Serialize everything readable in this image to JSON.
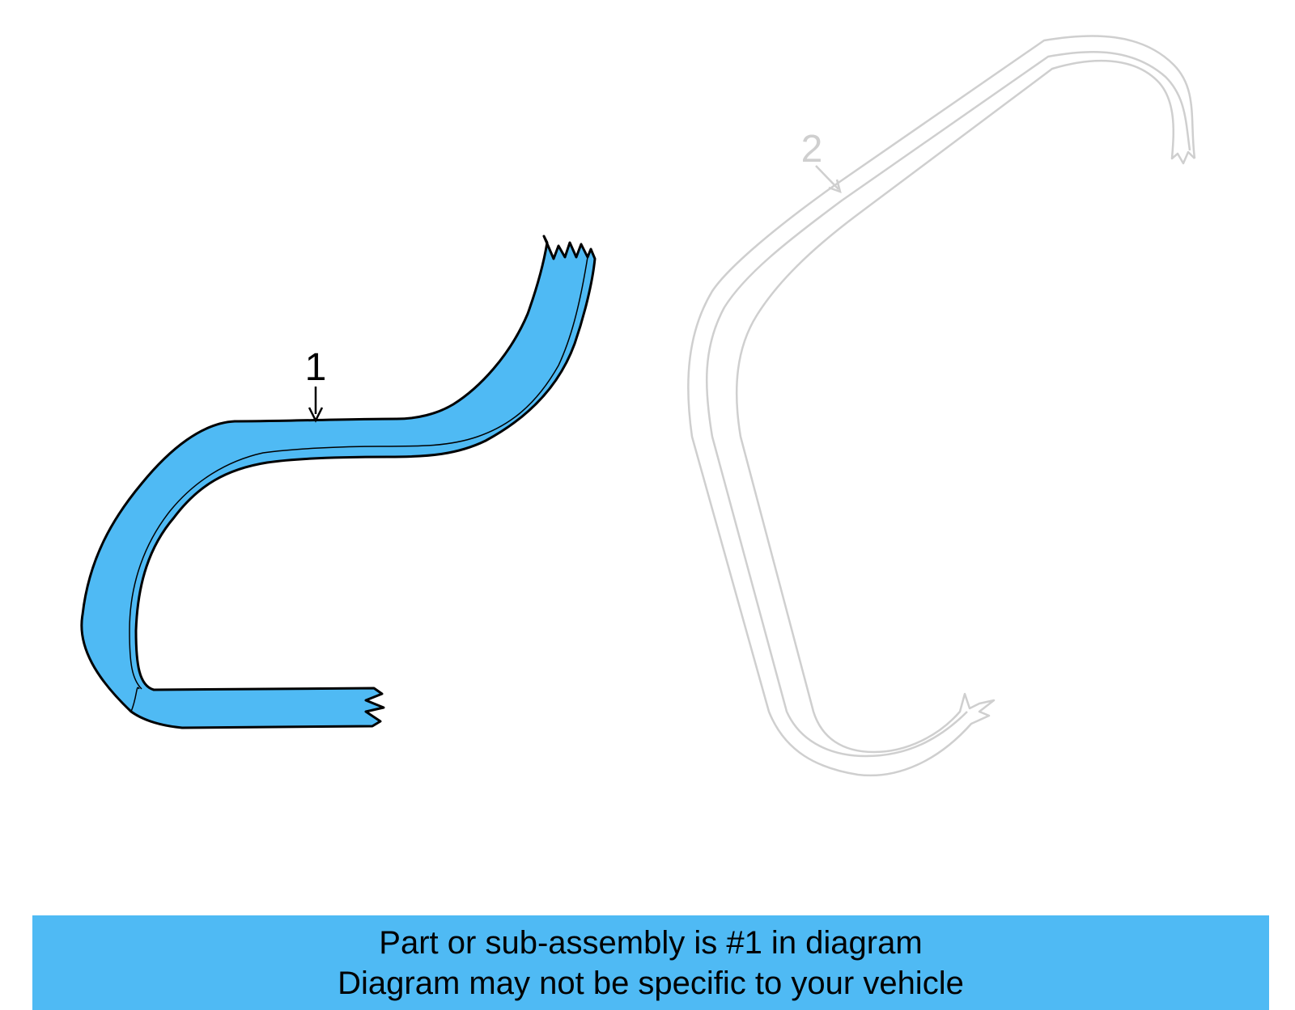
{
  "colors": {
    "highlight": "#4FBAF4",
    "ghost": "#CFCFCF",
    "outline": "#000000"
  },
  "parts": [
    {
      "id": "1",
      "label": "1",
      "state": "highlighted"
    },
    {
      "id": "2",
      "label": "2",
      "state": "ghosted"
    }
  ],
  "banner": {
    "line1": "Part or sub-assembly is #1 in diagram",
    "line2": "Diagram may not be specific to your vehicle"
  }
}
